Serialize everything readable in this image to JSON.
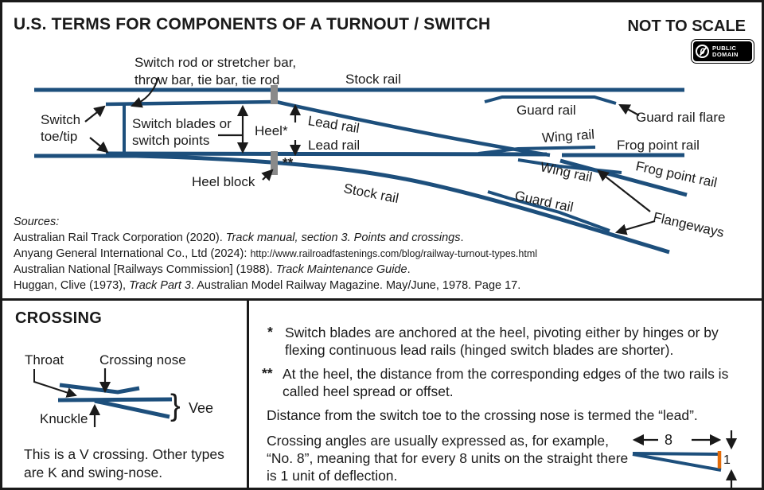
{
  "header": {
    "title": "U.S. TERMS FOR COMPONENTS OF A TURNOUT / SWITCH",
    "scale_note": "NOT TO SCALE",
    "badge": {
      "symbol": "0",
      "line1": "PUBLIC",
      "line2": "DOMAIN"
    }
  },
  "colors": {
    "rail": "#1d4f7c",
    "arrow": "#1a1a1a",
    "heel_block": "#8a8a8a",
    "offset_mark": "#e36c09"
  },
  "turnout": {
    "switch_rod_line1": "Switch rod or stretcher bar,",
    "switch_rod_line2": "throw bar, tie bar, tie rod",
    "stock_rail_top": "Stock rail",
    "switch_toe_line1": "Switch",
    "switch_toe_line2": "toe/tip",
    "switch_blades_line1": "Switch blades or",
    "switch_blades_line2": "switch points",
    "heel": "Heel*",
    "heel_block": "Heel block",
    "double_asterisk": "**",
    "lead_rail_curved": "Lead rail",
    "lead_rail_straight": "Lead rail",
    "stock_rail_bottom": "Stock rail",
    "guard_rail_top": "Guard rail",
    "guard_rail_flare": "Guard rail flare",
    "wing_rail_top": "Wing rail",
    "wing_rail_bottom": "Wing rail",
    "frog_point_rail_top": "Frog point rail",
    "frog_point_rail_bottom": "Frog point rail",
    "guard_rail_bottom": "Guard rail",
    "flangeways": "Flangeways"
  },
  "sources": {
    "heading": "Sources:",
    "s1a": "Australian Rail Track Corporation (2020). ",
    "s1b": "Track manual, section 3. Points and crossings",
    "s1c": ".",
    "s2a": "Anyang General International Co., Ltd (2024): ",
    "s2b": "http://www.railroadfastenings.com/blog/railway-turnout-types.html",
    "s3a": "Australian National [Railways Commission] (1988). ",
    "s3b": "Track Maintenance Guide",
    "s3c": ".",
    "s4a": "Huggan, Clive (1973), ",
    "s4b": "Track Part 3",
    "s4c": ". Australian Model Railway Magazine. May/June, 1978. Page 17."
  },
  "crossing": {
    "heading": "CROSSING",
    "throat": "Throat",
    "crossing_nose": "Crossing nose",
    "knuckle": "Knuckle",
    "brace": "}",
    "vee": "Vee",
    "caption": "This is a V crossing. Other types are K and swing-nose."
  },
  "notes": {
    "n1_marker": "*",
    "n1_text": "Switch blades are anchored at the heel, pivoting either by hinges or by flexing continuous lead rails (hinged switch blades are shorter).",
    "n2_marker": "**",
    "n2_text": "At the heel, the distance from the corresponding edges of the two rails is called heel spread or offset.",
    "n3_text": "Distance from the switch toe to the crossing nose is termed the “lead”.",
    "n4_text": "Crossing angles are usually expressed as, for example, “No. 8”, meaning that for every 8 units on the straight there is 1 unit of deflection."
  },
  "angle_diagram": {
    "run_label": "8",
    "rise_label": "1"
  }
}
